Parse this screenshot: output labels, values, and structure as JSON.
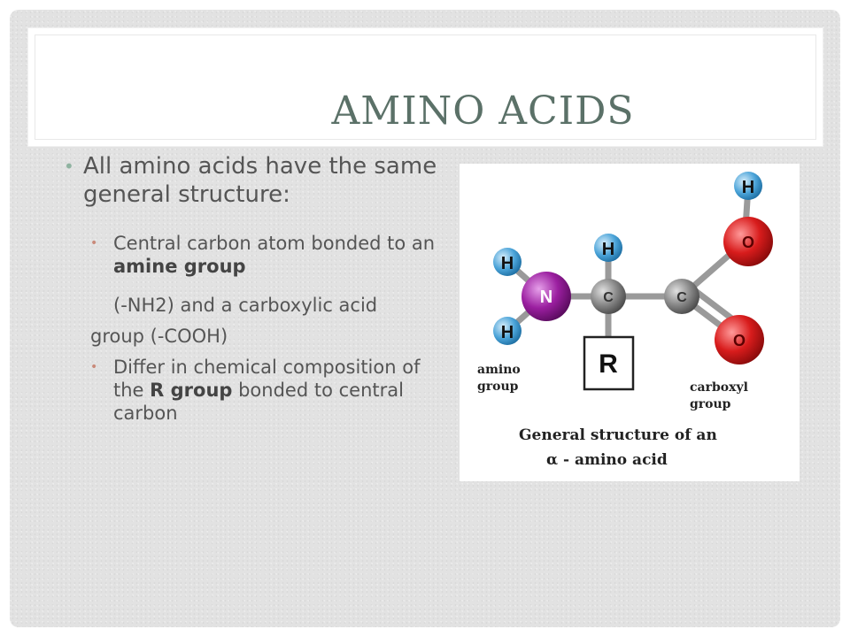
{
  "slide": {
    "title": "AMINO ACIDS",
    "bullet1": "All amino acids have the same general structure:",
    "sub1_line1": "Central carbon atom bonded to an ",
    "sub1_bold": "amine group",
    "sub1_cont": "(-NH2) and a carboxylic acid",
    "sub1_cont2": "group (-COOH)",
    "sub2_prefix": "Differ in chemical composition of the ",
    "sub2_bold": "R group",
    "sub2_suffix": " bonded to central carbon"
  },
  "figure": {
    "atoms": {
      "h_top": "H",
      "o_top": "O",
      "h_alpha": "H",
      "h_left_top": "H",
      "n": "N",
      "c_alpha": "C",
      "c_carboxyl": "C",
      "h_left_bottom": "H",
      "o_bottom": "O",
      "r": "R"
    },
    "label_amino_1": "amino",
    "label_amino_2": "group",
    "label_carboxyl_1": "carboxyl",
    "label_carboxyl_2": "group",
    "caption_line1": "General structure of an",
    "caption_line2": "α - amino acid",
    "colors": {
      "nitrogen": "#9b1fa0",
      "oxygen": "#d81c1c",
      "carbon": "#8a8a8a",
      "hydrogen": "#4aa3d8"
    }
  }
}
